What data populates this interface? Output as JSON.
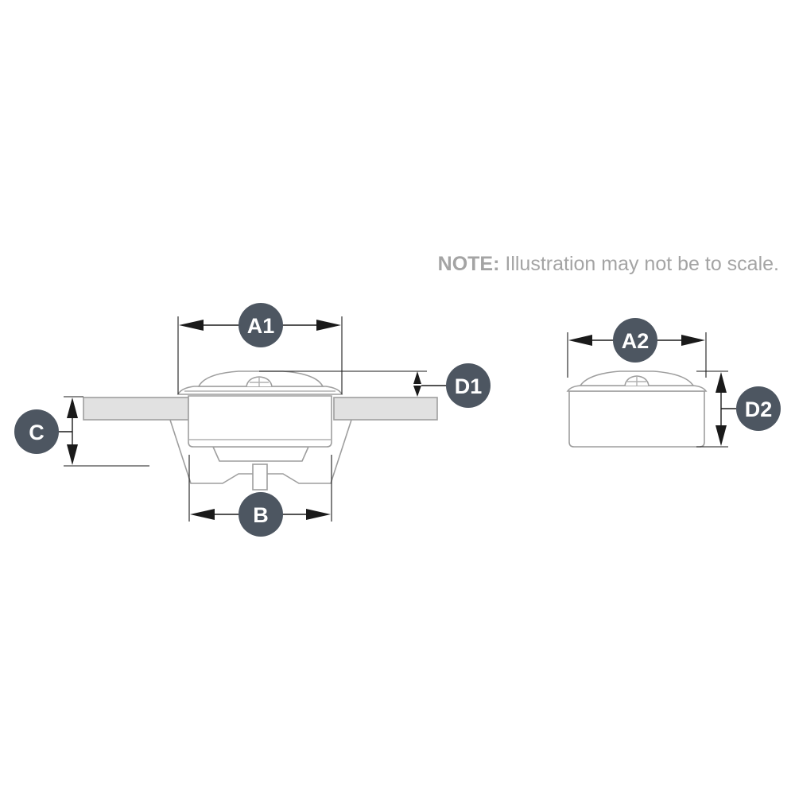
{
  "note": {
    "bold": "NOTE:",
    "text": "Illustration may not be to scale."
  },
  "labels": {
    "a1": "A1",
    "a2": "A2",
    "b": "B",
    "c": "C",
    "d1": "D1",
    "d2": "D2"
  },
  "colors": {
    "badge": "#4d5661",
    "outline": "#9e9e9e",
    "deck": "#e1e1e1",
    "note": "#a4a4a4"
  }
}
